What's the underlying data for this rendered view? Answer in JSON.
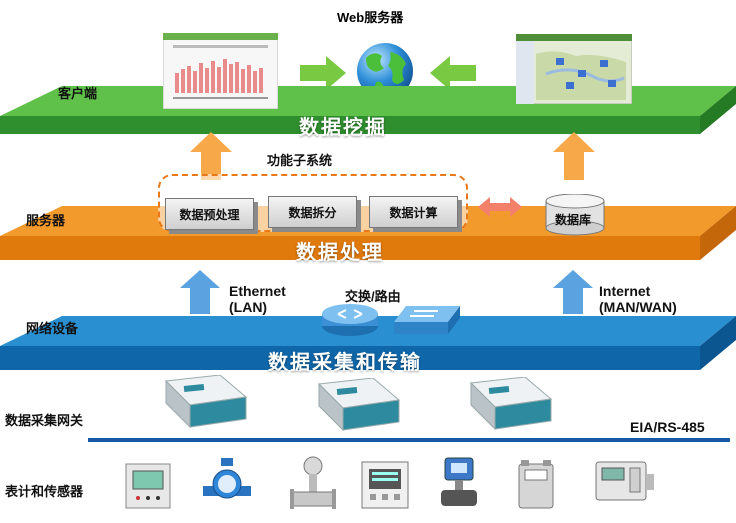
{
  "web_server_label": "Web服务器",
  "layers": {
    "client": {
      "label": "客户端",
      "platform_title": "数据挖掘"
    },
    "server": {
      "label": "服务器",
      "platform_title": "数据处理"
    },
    "network": {
      "label": "网络设备",
      "platform_title": "数据采集和传输"
    },
    "gateway": {
      "label": "数据采集网关"
    },
    "meters": {
      "label": "表计和传感器"
    }
  },
  "subsystem_label": "功能子系统",
  "subsystems": [
    "数据预处理",
    "数据拆分",
    "数据计算"
  ],
  "database_label": "数据库",
  "ethernet_label": "Ethernet\n(LAN)",
  "switch_label": "交换/路由",
  "internet_label": "Internet\n(MAN/WAN)",
  "bus_label": "EIA/RS-485",
  "colors": {
    "green": "#3aa23a",
    "orange": "#ee7d10",
    "blue": "#1577b8",
    "arrow_orange": "#f7a94a",
    "arrow_blue": "#5aa3e0"
  }
}
